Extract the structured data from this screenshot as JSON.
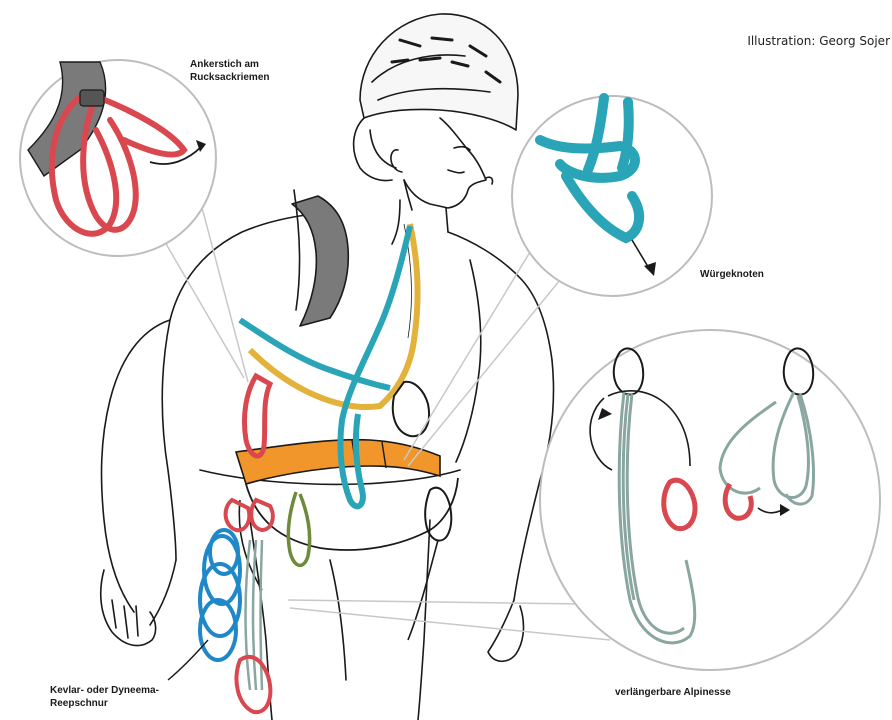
{
  "credit": "Illustration: Georg Sojer",
  "labels": {
    "ankerstich_line1": "Ankerstich am",
    "ankerstich_line2": "Rucksackriemen",
    "wuergeknoten": "Würgeknoten",
    "kevlar_line1": "Kevlar- oder Dyneema-",
    "kevlar_line2": "Reepschnur",
    "alpinesse": "verlängerbare Alpinesse"
  },
  "colors": {
    "sling_red": "#d9474f",
    "sling_teal": "#2aa5b8",
    "sling_yellow": "#e3b23a",
    "harness_orange": "#f0962a",
    "cord_blue": "#1e88c8",
    "sling_grey": "#8aa6a0",
    "sling_green": "#6e8a3a",
    "strap_grey": "#7a7a7a",
    "line": "#1a1a1a"
  }
}
